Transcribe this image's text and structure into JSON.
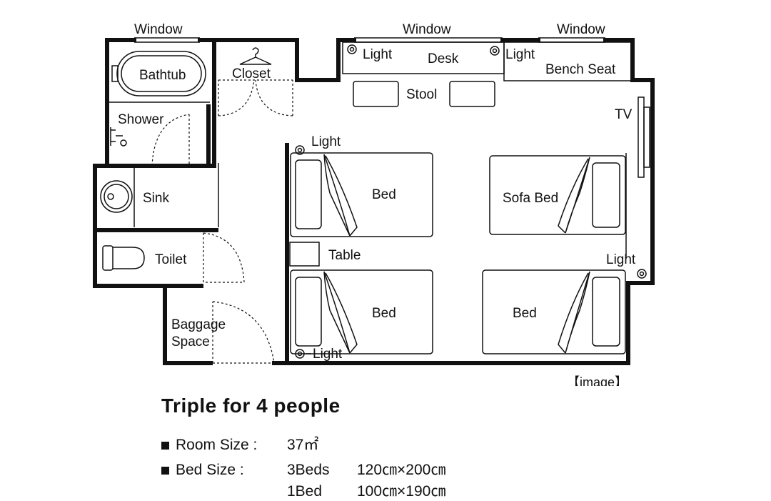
{
  "floorplan": {
    "labels": {
      "window_left": "Window",
      "window_center": "Window",
      "window_right": "Window",
      "bathtub": "Bathtub",
      "closet": "Closet",
      "shower": "Shower",
      "sink": "Sink",
      "toilet": "Toilet",
      "baggage_line1": "Baggage",
      "baggage_line2": "Space",
      "light_desk_left": "Light",
      "desk": "Desk",
      "light_desk_right": "Light",
      "bench_seat": "Bench Seat",
      "stool": "Stool",
      "tv": "TV",
      "light_bed_top": "Light",
      "bed_top": "Bed",
      "sofa_bed": "Sofa Bed",
      "table": "Table",
      "light_right": "Light",
      "bed_bottom_left": "Bed",
      "bed_bottom_right": "Bed",
      "light_bed_bottom": "Light"
    },
    "image_note": "【image】"
  },
  "room": {
    "title": "Triple for 4 people",
    "room_size_label": "Room Size :",
    "room_size_value": "37㎡",
    "bed_size_label": "Bed Size :",
    "beds": [
      {
        "count": "3Beds",
        "size": "120㎝×200㎝"
      },
      {
        "count": "1Bed",
        "size": "100㎝×190㎝"
      }
    ]
  }
}
